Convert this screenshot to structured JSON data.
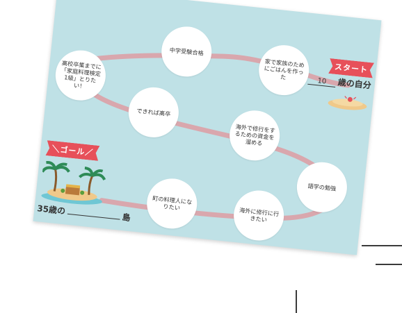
{
  "start": {
    "banner": "スタート",
    "age_value": "10",
    "age_suffix": "歳の自分"
  },
  "goal": {
    "banner": "＼ゴール／",
    "prefix": "35歳の",
    "suffix": "島"
  },
  "milestones": [
    "高校卒業までに「家庭料理検定1級」とりたい！",
    "中学受験合格",
    "家で家族のためにごはんを作った",
    "できれば高卒",
    "海外で修行をするための資金を溜める",
    "語学の勉強",
    "町の料理人になりたい",
    "海外に修行に行きたい"
  ],
  "colors": {
    "card_background": "#bfe1e6",
    "road": "#d9a7ad",
    "banner": "#e7505a",
    "bubble": "#ffffff"
  }
}
